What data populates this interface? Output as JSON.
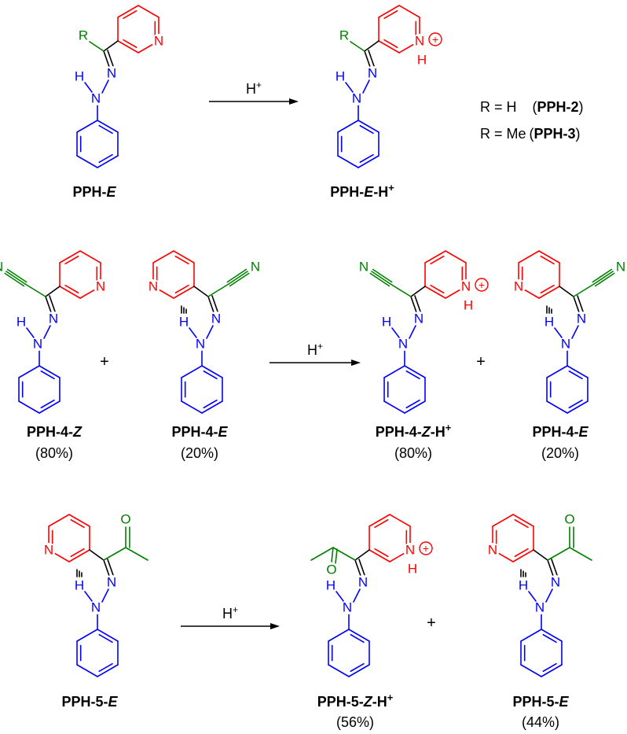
{
  "colors": {
    "pyridine": "#ff0000",
    "phenyl": "#0000ff",
    "substituent": "#008000",
    "arrow": "#000000"
  },
  "atoms": {
    "N": "N",
    "H": "H",
    "R": "R",
    "O": "O",
    "plus": "+"
  },
  "reagent": {
    "h": "H",
    "sup": "+"
  },
  "legend": {
    "r_h": "R = H",
    "pph2": "PPH-2",
    "r_me": "R = Me",
    "pph3": "PPH-3"
  },
  "labels": {
    "pph_e": {
      "pre": "PPH-",
      "it": "E",
      "post": ""
    },
    "pph_e_h": {
      "pre": "PPH-",
      "it": "E",
      "post": "-H",
      "sup": "+"
    },
    "pph4_z": {
      "pre": "PPH-4-",
      "it": "Z",
      "post": ""
    },
    "pph4_e": {
      "pre": "PPH-4-",
      "it": "E",
      "post": ""
    },
    "pph4_z_h": {
      "pre": "PPH-4-",
      "it": "Z",
      "post": "-H",
      "sup": "+"
    },
    "pph5_e": {
      "pre": "PPH-5-",
      "it": "E",
      "post": ""
    },
    "pph5_z_h": {
      "pre": "PPH-5-",
      "it": "Z",
      "post": "-H",
      "sup": "+"
    }
  },
  "percent": {
    "pph4_z": "(80%)",
    "pph4_e": "(20%)",
    "pph4_z_h": "(80%)",
    "pph4_e_r": "(20%)",
    "pph5_z_h": "(56%)",
    "pph5_e_r": "(44%)"
  }
}
